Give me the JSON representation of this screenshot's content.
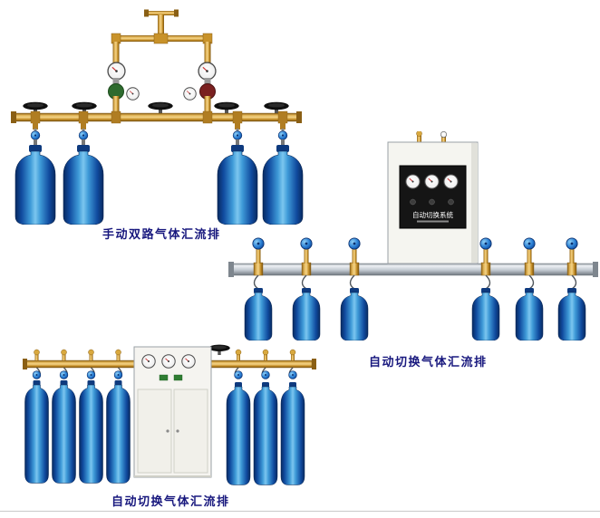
{
  "page": {
    "background_color": "#ffffff"
  },
  "figures": [
    {
      "id": "manual-dual-manifold",
      "caption": "手动双路气体汇流排"
    },
    {
      "id": "auto-switch-wall",
      "caption": "自动切换气体汇流排",
      "panel_label": "自动切换系统"
    },
    {
      "id": "auto-switch-floor",
      "caption": "自动切换气体汇流排"
    }
  ],
  "colors": {
    "caption_text": "#18187e",
    "cylinder_blue": "#1565c0",
    "brass": "#c8922a",
    "rail_silver": "#c3cad2",
    "cabinet_body": "#f5f5f0",
    "panel_black": "#151515"
  }
}
